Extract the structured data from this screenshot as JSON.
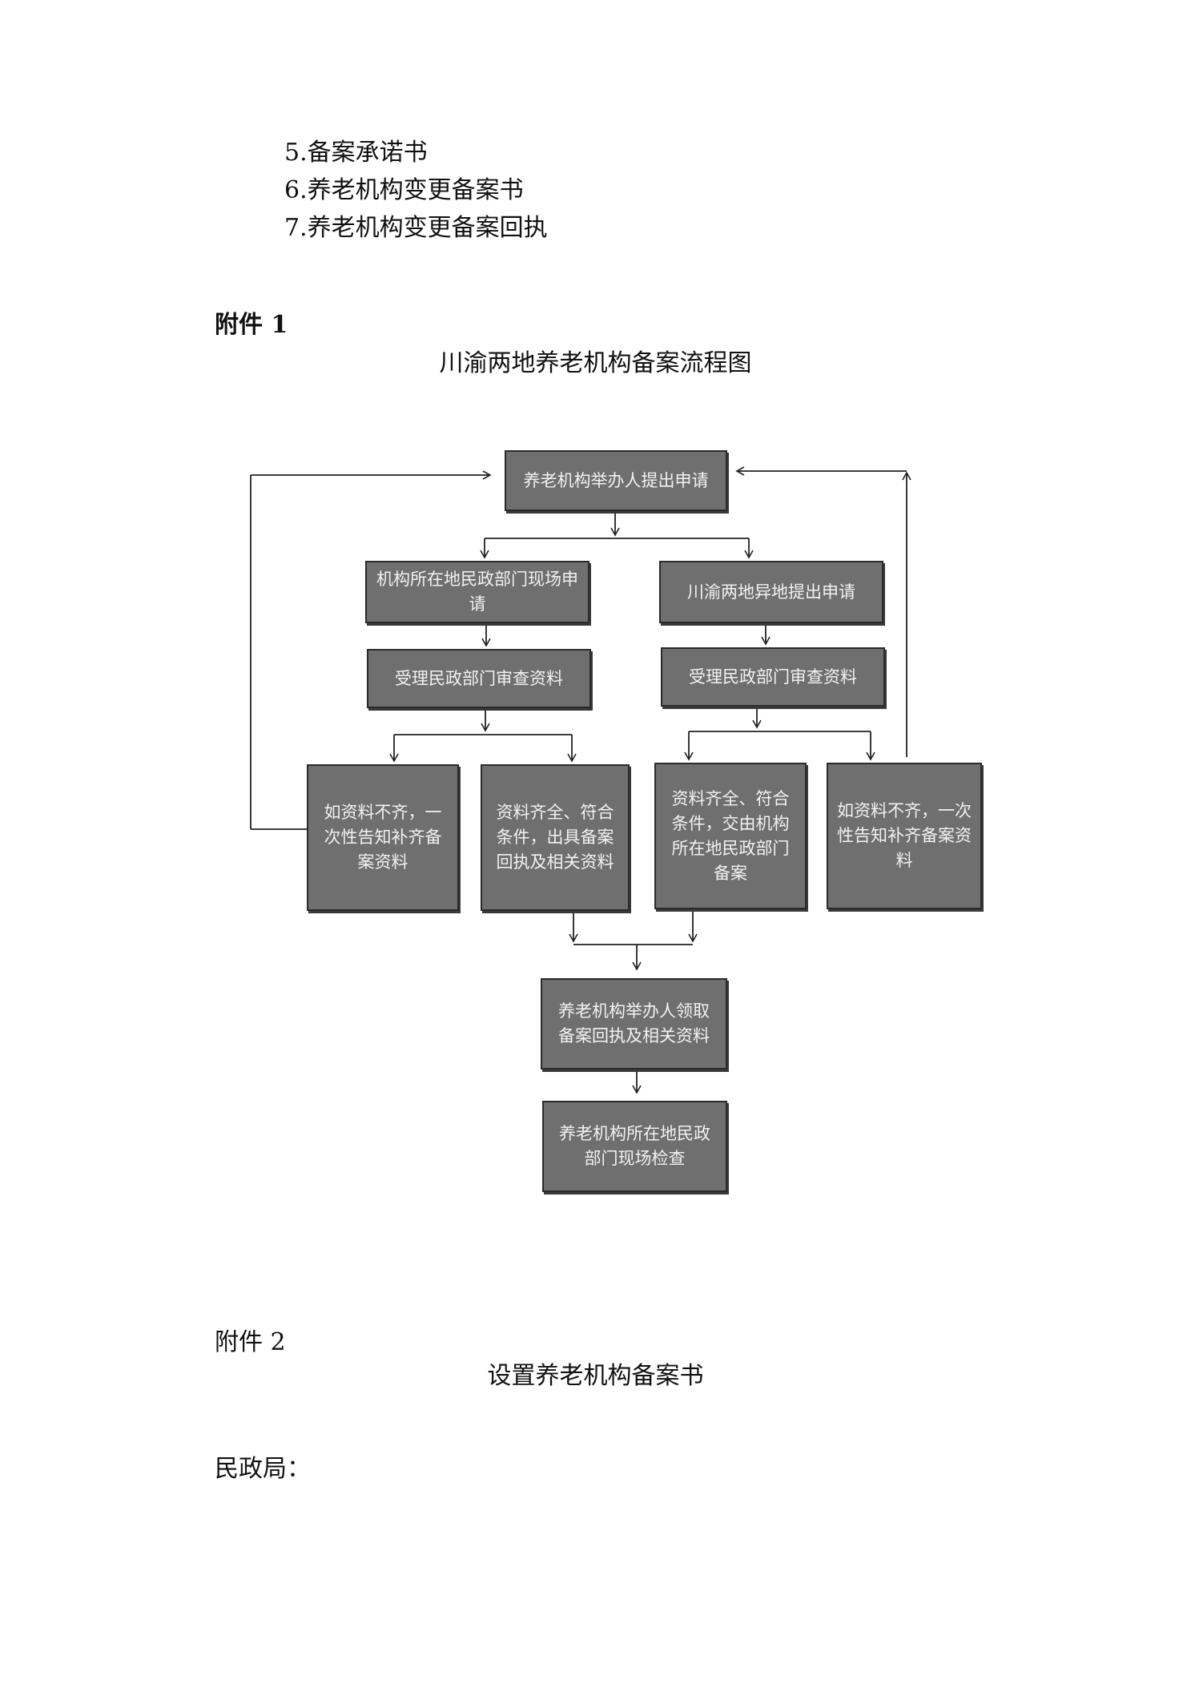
{
  "list_items": [
    "5.备案承诺书",
    "6.养老机构变更备案书",
    "7.养老机构变更备案回执"
  ],
  "attachment1": {
    "label": "附件 1",
    "title": "川渝两地养老机构备案流程图",
    "flow": {
      "apply": "养老机构举办人提出申请",
      "local_apply": "机构所在地民政部门现场申请",
      "remote_apply": "川渝两地异地提出申请",
      "review_left": "受理民政部门审查资料",
      "review_right": "受理民政部门审查资料",
      "incomplete_left": "如资料不齐，一次性告知补齐备案资料",
      "complete_left": "资料齐全、符合条件，出具备案回执及相关资料",
      "complete_right": "资料齐全、符合条件，交由机构所在地民政部门备案",
      "incomplete_right": "如资料不齐，一次性告知补齐备案资料",
      "collect": "养老机构举办人领取备案回执及相关资料",
      "inspect": "养老机构所在地民政部门现场检查"
    }
  },
  "attachment2": {
    "label": "附件 2",
    "title": "设置养老机构备案书",
    "addressee": "民政局："
  }
}
